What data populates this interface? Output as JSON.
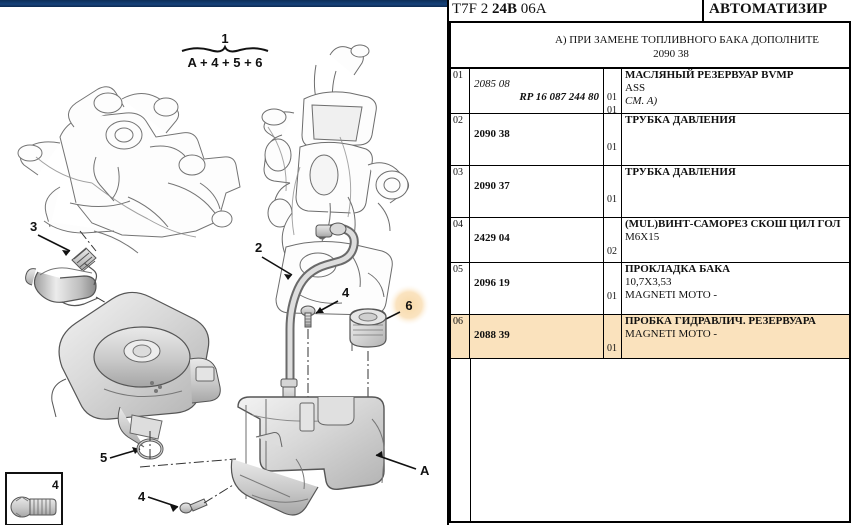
{
  "header": {
    "left_code": "T7F 2 ",
    "left_code_bold": "24B",
    "left_code_tail": " 06A",
    "right_title": "АВТОМАТИЗИР"
  },
  "note": {
    "line1": "A) ПРИ ЗАМЕНЕ ТОПЛИВНОГО БАКА ДОПОЛНИТЕ",
    "line2": "2090 38"
  },
  "table": {
    "rows": [
      {
        "num": "01",
        "refs": [
          {
            "text": "2085 08",
            "style": "ital",
            "align": "left"
          },
          {
            "text": "RP 16 087 244 80",
            "style": "bi",
            "align": "right"
          }
        ],
        "qtys": [
          "",
          "01",
          "01"
        ],
        "desc_title": "МАСЛЯНЫЙ РЕЗЕРВУАР BVMP",
        "desc_subs": [
          {
            "text": "ASS",
            "style": ""
          },
          {
            "text": "CM. A)",
            "style": "ital"
          }
        ]
      },
      {
        "num": "02",
        "refs": [
          {
            "text": "2090 38",
            "style": "bold",
            "align": "left"
          }
        ],
        "qtys": [
          "",
          "01"
        ],
        "desc_title": "ТРУБКА ДАВЛЕНИЯ",
        "desc_subs": []
      },
      {
        "num": "03",
        "refs": [
          {
            "text": "2090 37",
            "style": "bold",
            "align": "left"
          }
        ],
        "qtys": [
          "",
          "01"
        ],
        "desc_title": "ТРУБКА ДАВЛЕНИЯ",
        "desc_subs": []
      },
      {
        "num": "04",
        "refs": [
          {
            "text": "2429 04",
            "style": "bold",
            "align": "left"
          }
        ],
        "qtys": [
          "",
          "02"
        ],
        "desc_title": "(MUL)ВИНТ-САМОРЕЗ СКОШ ЦИЛ ГОЛ",
        "desc_subs": [
          {
            "text": "M6X15",
            "style": ""
          }
        ]
      },
      {
        "num": "05",
        "refs": [
          {
            "text": "2096 19",
            "style": "bold",
            "align": "left"
          }
        ],
        "qtys": [
          "",
          "01"
        ],
        "desc_title": "ПРОКЛАДКА БАКА",
        "desc_subs": [
          {
            "text": "10,7X3,53",
            "style": ""
          },
          {
            "text": "MAGNETI MOTO -",
            "style": ""
          }
        ]
      },
      {
        "num": "06",
        "highlight": true,
        "refs": [
          {
            "text": "2088 39",
            "style": "bold",
            "align": "left"
          }
        ],
        "qtys": [
          "",
          "01"
        ],
        "desc_title": "ПРОБКА ГИДРАВЛИЧ. РЕЗЕРВУАРА",
        "desc_subs": [
          {
            "text": "MAGNETI MOTO -",
            "style": ""
          }
        ]
      }
    ]
  },
  "diagram": {
    "callout_1": "1",
    "brace_formula": "A + 4 + 5 + 6",
    "callout_2": "2",
    "callout_3": "3",
    "callout_4a": "4",
    "callout_4b": "4",
    "callout_5": "5",
    "callout_6": "6",
    "callout_A": "A",
    "inset_label": "4"
  },
  "colors": {
    "highlight": "#fae2bd",
    "topbar": "#123a6b"
  }
}
